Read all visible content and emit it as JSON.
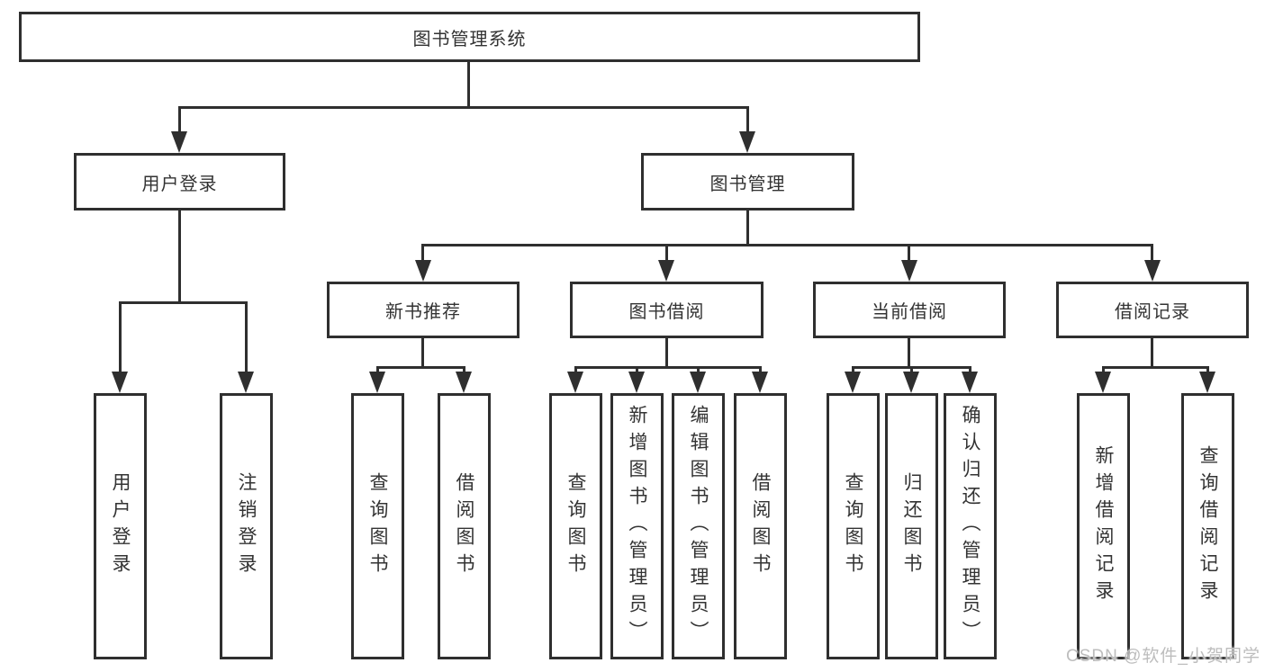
{
  "diagram": {
    "root": {
      "label": "图书管理系统"
    },
    "level2": [
      {
        "label": "用户登录",
        "parent": "图书管理系统"
      },
      {
        "label": "图书管理",
        "parent": "图书管理系统"
      }
    ],
    "level3": [
      {
        "label": "新书推荐",
        "parent": "图书管理"
      },
      {
        "label": "图书借阅",
        "parent": "图书管理"
      },
      {
        "label": "当前借阅",
        "parent": "图书管理"
      },
      {
        "label": "借阅记录",
        "parent": "图书管理"
      }
    ],
    "leaves": [
      {
        "label": "用户登录",
        "parent": "用户登录"
      },
      {
        "label": "注销登录",
        "parent": "用户登录"
      },
      {
        "label": "查询图书",
        "parent": "新书推荐"
      },
      {
        "label": "借阅图书",
        "parent": "新书推荐"
      },
      {
        "label": "查询图书",
        "parent": "图书借阅"
      },
      {
        "label": "新增图书（管理员）",
        "parent": "图书借阅"
      },
      {
        "label": "编辑图书（管理员）",
        "parent": "图书借阅"
      },
      {
        "label": "借阅图书",
        "parent": "图书借阅"
      },
      {
        "label": "查询图书",
        "parent": "当前借阅"
      },
      {
        "label": "归还图书",
        "parent": "当前借阅"
      },
      {
        "label": "确认归还（管理员）",
        "parent": "当前借阅"
      },
      {
        "label": "新增借阅记录",
        "parent": "借阅记录"
      },
      {
        "label": "查询借阅记录",
        "parent": "借阅记录"
      }
    ],
    "watermark": "CSDN @软件_小贺同学",
    "colors": {
      "line": "#2f2f2f",
      "text": "#333333",
      "background": "#ffffff",
      "watermark": "#bdbdbd"
    }
  }
}
